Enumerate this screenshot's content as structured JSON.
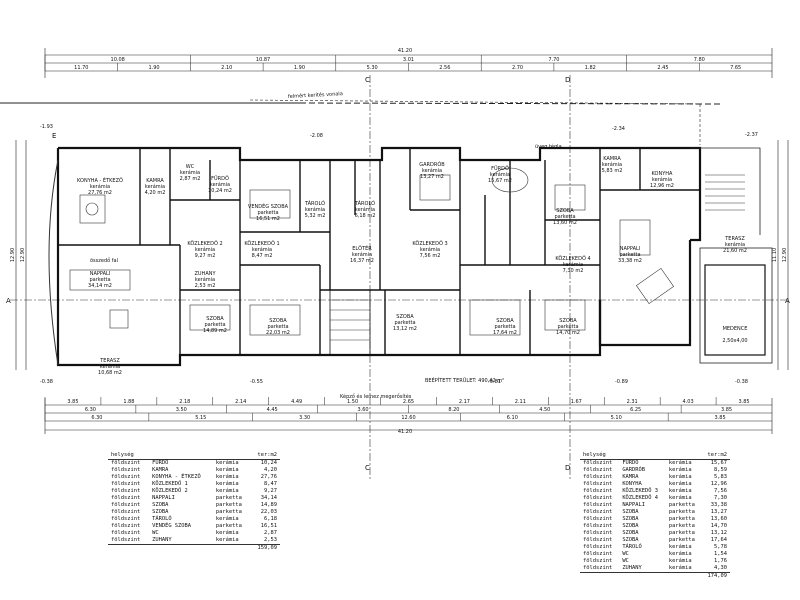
{
  "overall_dims": {
    "top": "41.20",
    "bottom": "41.20"
  },
  "top_dims_row1": [
    "10.08",
    "10.87",
    "3.01",
    "7.70",
    "7.80"
  ],
  "top_dims_row2": [
    "11.70",
    "1.90",
    "2.10",
    "1.90",
    "5.30",
    "2.56",
    "2.70",
    "1.82",
    "2.45",
    "7.65"
  ],
  "bottom_dims_row1": [
    "3.85",
    "1.88",
    "2.18",
    "2.14",
    "4.49",
    "1.50",
    "2.65",
    "2.17",
    "2.11",
    "1.67",
    "2.31",
    "4.03",
    "3.85"
  ],
  "bottom_dims_row2": [
    "6.30",
    "3.50",
    "4.45",
    "3.60",
    "8.20",
    "4.50",
    "6.25",
    "3.85"
  ],
  "bottom_dims_row3": [
    "6.30",
    "5.15",
    "3.30",
    "12.60",
    "6.10",
    "5.10",
    "3.85"
  ],
  "side_dims": {
    "left": "12.90",
    "right": "11.10",
    "left2": "12.90",
    "right2": "12.90"
  },
  "section_marks": [
    "A",
    "A",
    "C",
    "C",
    "D",
    "D",
    "E"
  ],
  "notes": {
    "fence": "felmért kerítés vonala",
    "glass_roof": "üveg tégla",
    "built_area": "BEÉPÍTETT TERÜLET: 490,42 m²",
    "base": "Képző és lemez megerősítés",
    "border_note": "összedő fal",
    "levels": [
      "-1.93",
      "-2.08",
      "-2.37",
      "-2.34",
      "-0.38",
      "-0.55",
      "-0.81",
      "-0.89",
      "-0.38"
    ]
  },
  "rooms": [
    {
      "name": "KONYHA - ÉTKEZŐ",
      "material": "kerámia",
      "area": "27,76 m2"
    },
    {
      "name": "KAMRA",
      "material": "kerámia",
      "area": "4,20 m2"
    },
    {
      "name": "WC",
      "material": "kerámia",
      "area": "2,87 m2"
    },
    {
      "name": "FÜRDŐ",
      "material": "kerámia",
      "area": "10,24 m2"
    },
    {
      "name": "VENDÉG SZOBA",
      "material": "parketta",
      "area": "16,51 m2"
    },
    {
      "name": "TÁROLÓ",
      "material": "kerámia",
      "area": "5,32 m2"
    },
    {
      "name": "TÁROLÓ",
      "material": "kerámia",
      "area": "6,18 m2"
    },
    {
      "name": "GARDRÓB",
      "material": "kerámia",
      "area": "13,27 m2"
    },
    {
      "name": "FÜRDŐ",
      "material": "kerámia",
      "area": "15,67 m2"
    },
    {
      "name": "SZOBA",
      "material": "parketta",
      "area": "13,60 m2"
    },
    {
      "name": "KAMRA",
      "material": "kerámia",
      "area": "5,83 m2"
    },
    {
      "name": "KONYHA",
      "material": "kerámia",
      "area": "12,96 m2"
    },
    {
      "name": "NAPPALI",
      "material": "parketta",
      "area": "34,14 m2"
    },
    {
      "name": "KÖZLEKEDŐ 2",
      "material": "kerámia",
      "area": "9,27 m2"
    },
    {
      "name": "KÖZLEKEDŐ 1",
      "material": "kerámia",
      "area": "8,47 m2"
    },
    {
      "name": "ELŐTÉR",
      "material": "kerámia",
      "area": "16,37 m2"
    },
    {
      "name": "KÖZLEKEDŐ 3",
      "material": "kerámia",
      "area": "7,56 m2"
    },
    {
      "name": "KÖZLEKEDŐ 4",
      "material": "kerámia",
      "area": "7,30 m2"
    },
    {
      "name": "NAPPALI",
      "material": "parketta",
      "area": "33,38 m2"
    },
    {
      "name": "ZUHANY",
      "material": "kerámia",
      "area": "2,53 m2"
    },
    {
      "name": "SZOBA",
      "material": "parketta",
      "area": "14,89 m2"
    },
    {
      "name": "SZOBA",
      "material": "parketta",
      "area": "22,03 m2"
    },
    {
      "name": "SZOBA",
      "material": "parketta",
      "area": "13,12 m2"
    },
    {
      "name": "SZOBA",
      "material": "parketta",
      "area": "17,64 m2"
    },
    {
      "name": "SZOBA",
      "material": "parketta",
      "area": "14,70 m2"
    },
    {
      "name": "TERASZ",
      "material": "kerámia",
      "area": "10,68 m2"
    },
    {
      "name": "TERASZ",
      "material": "kerámia",
      "area": "21,60 m2"
    },
    {
      "name": "MEDENCE",
      "material": "",
      "area": "2,50x4,00"
    }
  ],
  "table_left": {
    "headers": [
      "helység",
      "",
      "ter:m2"
    ],
    "rows": [
      [
        "földszint",
        "FÜRDŐ",
        "kerámia",
        "10,24"
      ],
      [
        "földszint",
        "KAMRA",
        "kerámia",
        "4,20"
      ],
      [
        "földszint",
        "KONYHA - ÉTKEZŐ",
        "kerámia",
        "27,76"
      ],
      [
        "földszint",
        "KÖZLEKEDŐ 1",
        "kerámia",
        "8,47"
      ],
      [
        "földszint",
        "KÖZLEKEDŐ 2",
        "kerámia",
        "9,27"
      ],
      [
        "földszint",
        "NAPPALI",
        "parketta",
        "34,14"
      ],
      [
        "földszint",
        "SZOBA",
        "parketta",
        "14,89"
      ],
      [
        "földszint",
        "SZOBA",
        "parketta",
        "22,03"
      ],
      [
        "földszint",
        "TÁROLÓ",
        "kerámia",
        "6,18"
      ],
      [
        "földszint",
        "VENDÉG SZOBA",
        "parketta",
        "16,51"
      ],
      [
        "földszint",
        "WC",
        "kerámia",
        "2,87"
      ],
      [
        "földszint",
        "ZUHANY",
        "kerámia",
        "2,53"
      ]
    ],
    "total": "159,09"
  },
  "table_right": {
    "headers": [
      "helység",
      "",
      "ter:m2"
    ],
    "rows": [
      [
        "földszint",
        "FÜRDŐ",
        "kerámia",
        "15,67"
      ],
      [
        "földszint",
        "GARDRÓB",
        "kerámia",
        "8,59"
      ],
      [
        "földszint",
        "KAMRA",
        "kerámia",
        "5,83"
      ],
      [
        "földszint",
        "KONYHA",
        "kerámia",
        "12,96"
      ],
      [
        "földszint",
        "KÖZLEKEDŐ 3",
        "kerámia",
        "7,56"
      ],
      [
        "földszint",
        "KÖZLEKEDŐ 4",
        "kerámia",
        "7,30"
      ],
      [
        "földszint",
        "NAPPALI",
        "parketta",
        "33,38"
      ],
      [
        "földszint",
        "SZOBA",
        "parketta",
        "13,27"
      ],
      [
        "földszint",
        "SZOBA",
        "parketta",
        "13,60"
      ],
      [
        "földszint",
        "SZOBA",
        "parketta",
        "14,70"
      ],
      [
        "földszint",
        "SZOBA",
        "parketta",
        "13,12"
      ],
      [
        "földszint",
        "SZOBA",
        "parketta",
        "17,64"
      ],
      [
        "földszint",
        "TÁROLÓ",
        "kerámia",
        "5,78"
      ],
      [
        "földszint",
        "WC",
        "kerámia",
        "1,54"
      ],
      [
        "földszint",
        "WC",
        "kerámia",
        "1,76"
      ],
      [
        "földszint",
        "ZUHANY",
        "kerámia",
        "4,30"
      ]
    ],
    "total": "174,09"
  },
  "colors": {
    "line": "#222222",
    "hatch": "#555555",
    "paper": "#ffffff"
  }
}
